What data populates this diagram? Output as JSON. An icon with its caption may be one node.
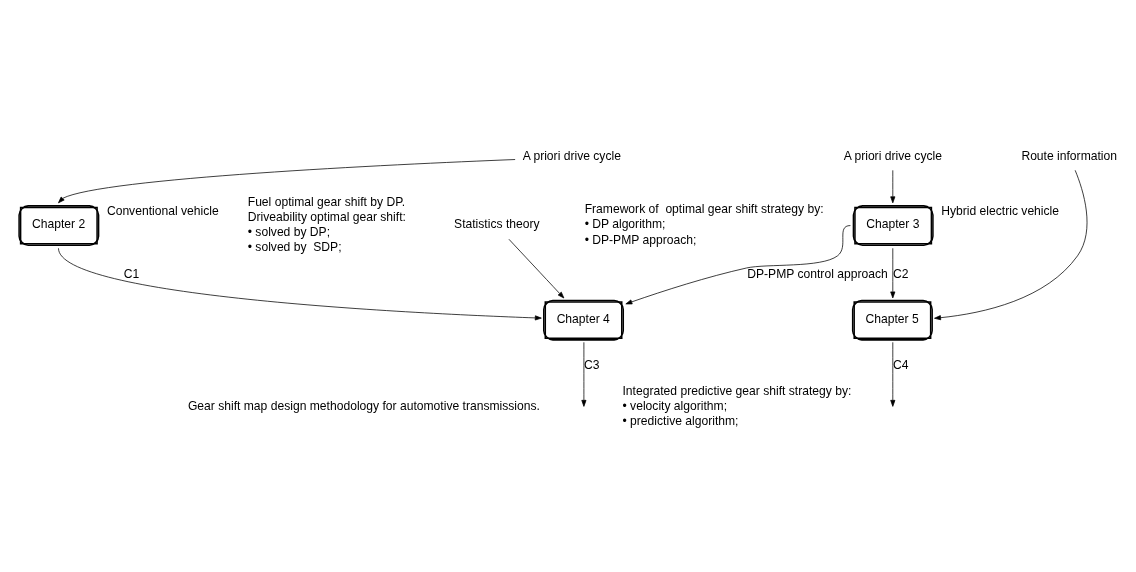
{
  "diagram": {
    "nodes": [
      {
        "text": [
          "A priori drive cycle"
        ]
      },
      {
        "text": [
          "Chapter 2"
        ],
        "beside": [
          "Conventional vehicle"
        ]
      },
      {
        "text": [
          "A priori drive cycle"
        ]
      },
      {
        "text": [
          "Chapter 3"
        ],
        "beside": [
          "Hybrid electric vehicle"
        ]
      },
      {
        "text": [
          "Route information"
        ]
      },
      {
        "text": [
          "Statistics theory"
        ]
      },
      {
        "text": [
          "Chapter 4"
        ]
      },
      {
        "text": [
          "Chapter 5"
        ]
      }
    ],
    "edges": [
      {
        "from": 0,
        "to": 1,
        "arrow": "to"
      },
      {
        "from": 2,
        "to": 3,
        "arrow": "to"
      },
      {
        "from": 4,
        "to": 7,
        "arrow": "to"
      },
      {
        "from": 1,
        "to": 6,
        "arrow": "to",
        "label": "C1"
      },
      {
        "from": 5,
        "to": 6,
        "arrow": "to"
      },
      {
        "from": 3,
        "to": 6,
        "arrow": "to",
        "label": "DP-PMP control approach"
      },
      {
        "from": 3,
        "to": 7,
        "arrow": "to",
        "label": "C2"
      },
      {
        "from": 6,
        "to": null,
        "arrow": "to",
        "label": "C3"
      },
      {
        "from": 7,
        "to": null,
        "arrow": "to",
        "label": "C4"
      }
    ],
    "labels": [
      "Fuel optimal gear shift by DP.",
      "Driveability optimal gear shift:",
      "• solved by DP;",
      "• solved by  SDP;",
      "Framework of  optimal gear shift strategy by:",
      "• DP algorithm;",
      "• DP-PMP approach;",
      "Gear shift map design methodology for automotive transmissions.",
      "Integrated predictive gear shift strategy by:",
      "• velocity algorithm;",
      "• predictive algorithm;"
    ]
  }
}
